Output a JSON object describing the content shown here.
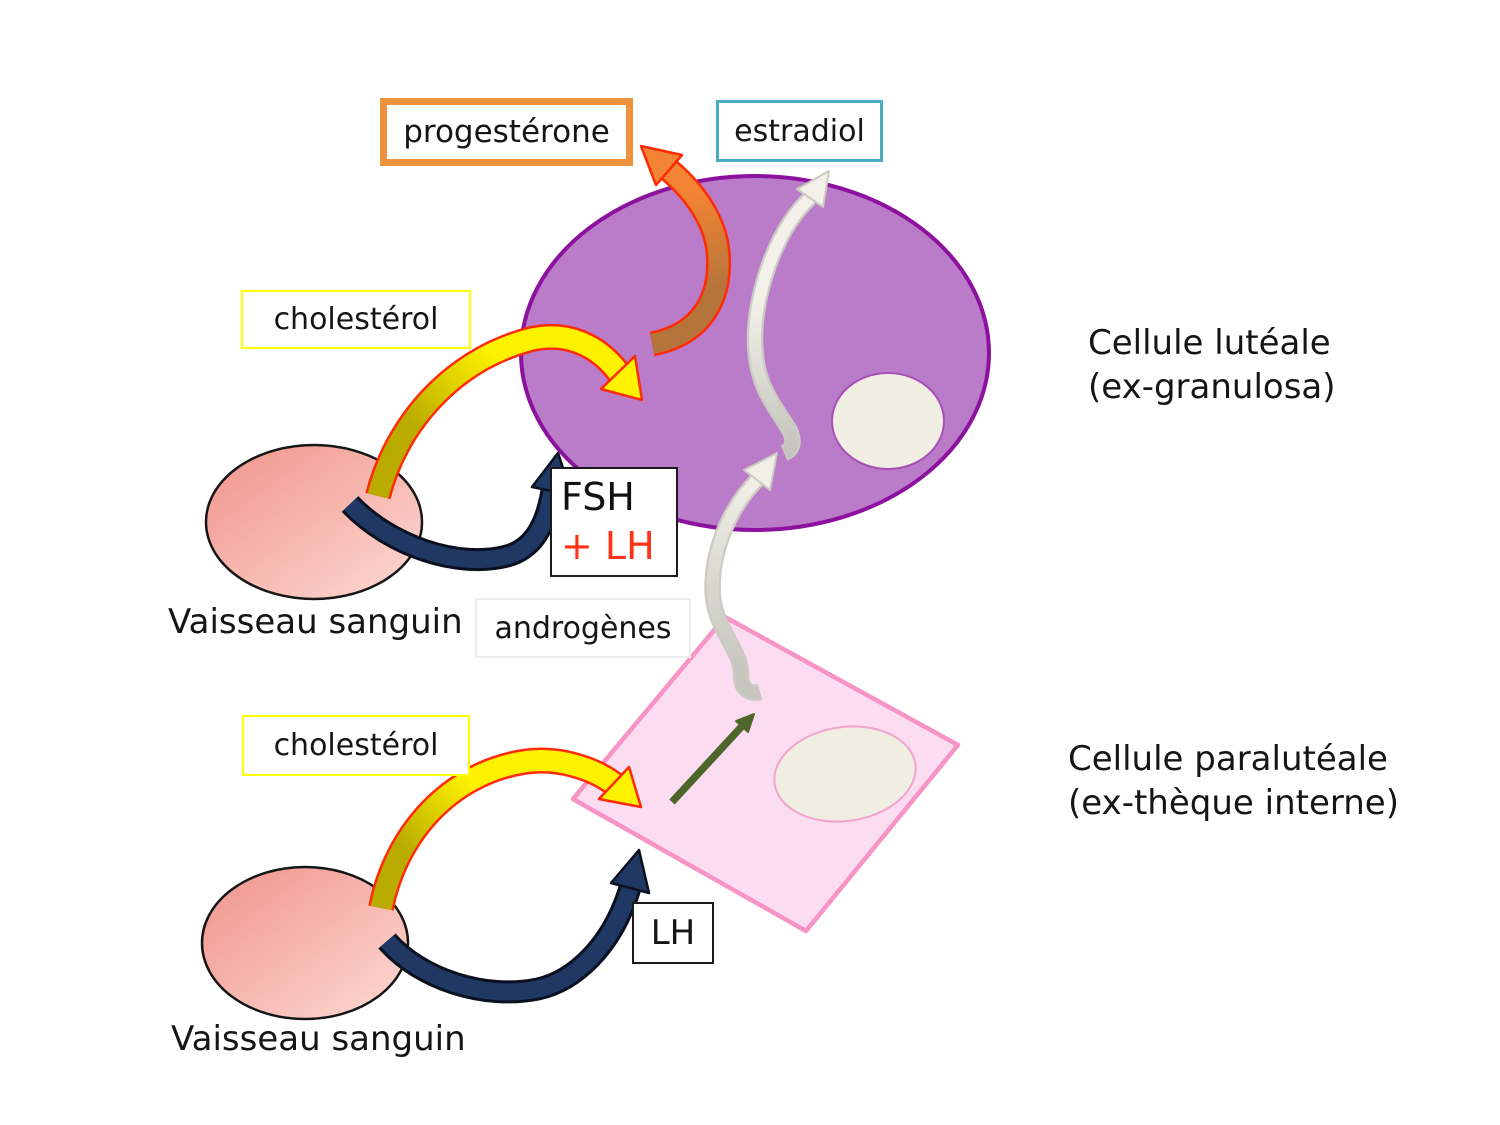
{
  "labels": {
    "progesterone": "progestérone",
    "estradiol": "estradiol",
    "cholesterol": "cholestérol",
    "fsh": "FSH",
    "plus_lh": "+ LH",
    "androgens": "androgènes",
    "lh": "LH",
    "blood_vessel": "Vaisseau sanguin",
    "luteal_cell_line1": "Cellule lutéale",
    "luteal_cell_line2": "(ex-granulosa)",
    "paraluteal_cell_line1": "Cellule paralutéale",
    "paraluteal_cell_line2": "(ex-thèque interne)"
  },
  "colors": {
    "progesterone_box_border": "#F0913B",
    "estradiol_box_border": "#4BACC6",
    "cholesterol_box_border": "#FFFF00",
    "plus_lh_text": "#FF3317",
    "luteal_cell_fill": "#BA7CC8",
    "luteal_cell_stroke": "#8B119E",
    "nucleus_fill": "#F1EFE3",
    "paraluteal_cell_fill": "#FBDCF1",
    "paraluteal_cell_stroke": "#F893C5",
    "blood_vessel_fill_dark": "#F0938A",
    "blood_vessel_fill_light": "#FDDAD4",
    "arrow_yellow": "#FFF200",
    "arrow_yellow_tail_olive": "#B9AB00",
    "arrow_red_outline": "#FF2B07",
    "arrow_navy": "#1F3864",
    "arrow_orange": "#F28433",
    "arrow_orange_over_cell": "#B5743C",
    "arrow_cream": "#F2F0E8",
    "arrow_cream_outline": "#CBCBC3",
    "arrow_green": "#4E662A"
  }
}
